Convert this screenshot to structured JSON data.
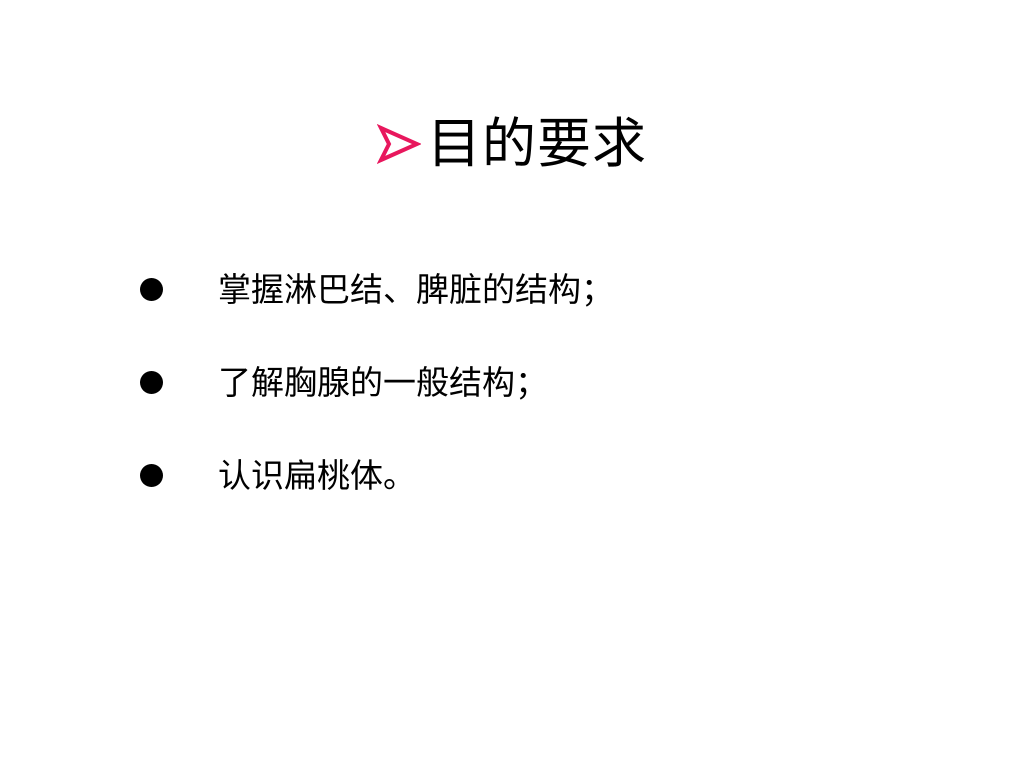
{
  "slide": {
    "title": "目的要求",
    "title_icon": "arrow-right-bullet-icon",
    "accent_color": "#e8175d",
    "bullets": [
      "掌握淋巴结、脾脏的结构；",
      "了解胸腺的一般结构；",
      "认识扁桃体。"
    ]
  }
}
